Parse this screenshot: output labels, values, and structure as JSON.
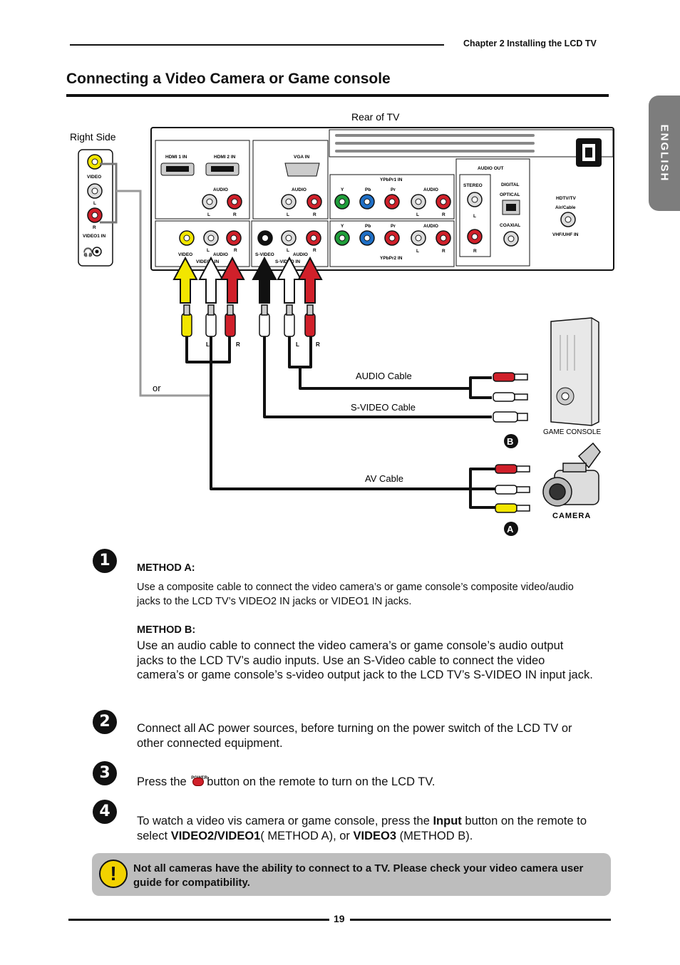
{
  "header": {
    "chapter": "Chapter 2 Installing the LCD TV"
  },
  "title": "Connecting a Video Camera or Game console",
  "side_tab": "ENGLISH",
  "diagram": {
    "rear_label": "Rear of TV",
    "right_side_label": "Right Side",
    "or_label": "or",
    "audio_cable": "AUDIO Cable",
    "svideo_cable": "S-VIDEO Cable",
    "av_cable": "AV Cable",
    "game_console": "GAME CONSOLE",
    "camera": "CAMERA",
    "marker_a": "A",
    "marker_b": "B",
    "side_panel": {
      "video": "VIDEO",
      "l": "L",
      "r": "R",
      "video1_in": "VIDEO1 IN"
    },
    "rear_panel": {
      "hdmi1": "HDMI 1 IN",
      "hdmi2": "HDMI 2 IN",
      "vga": "VGA IN",
      "audio": "AUDIO",
      "l": "L",
      "r": "R",
      "video": "VIDEO",
      "video2_in": "VIDEO2 IN",
      "svideo": "S-VIDEO",
      "svideo_in": "S-VIDEO IN",
      "ypbpr1": "YPbPr1 IN",
      "ypbpr2": "YPbPr2 IN",
      "y": "Y",
      "pb": "Pb",
      "pr": "Pr",
      "audio_out": "AUDIO OUT",
      "stereo": "STEREO",
      "digital": "DIGITAL",
      "optical": "OPTICAL",
      "coaxial": "COAXIAL",
      "hdtv": "HDTV/TV",
      "air_cable": "Air/Cable",
      "vhf_uhf": "VHF/UHF IN"
    },
    "plug_labels": {
      "l": "L",
      "r": "R"
    }
  },
  "steps": [
    {
      "num": "1",
      "method_a_title": "METHOD A:",
      "method_a_text": "Use a composite cable to connect the video camera’s or game console’s composite video/audio jacks to the LCD TV’s VIDEO2 IN jacks or VIDEO1 IN jacks.",
      "method_b_title": "METHOD B:",
      "method_b_text": "Use an audio cable to connect the video camera’s or game console’s audio output jacks to the LCD TV’s audio inputs. Use an S-Video cable to connect the video camera’s or game console’s s-video output jack to the LCD TV’s S-VIDEO IN input jack."
    },
    {
      "num": "2",
      "text": "Connect all AC power sources, before turning on the power switch of the LCD TV or other connected equipment."
    },
    {
      "num": "3",
      "text_before": "Press the",
      "power_label": "POWER",
      "text_after": "button on the remote to turn on the LCD TV."
    },
    {
      "num": "4",
      "text_1": "To watch a video vis camera or game console, press the",
      "input": "Input",
      "text_2": "button on the remote to select",
      "video21": "VIDEO2/VIDEO1",
      "text_3": "( METHOD A), or",
      "video3": "VIDEO3",
      "text_4": "(METHOD B)."
    }
  ],
  "note": {
    "icon": "!",
    "text": "Not all cameras have the ability to connect to a TV. Please check your video camera user guide for compatibility."
  },
  "footer": {
    "page": "19"
  }
}
